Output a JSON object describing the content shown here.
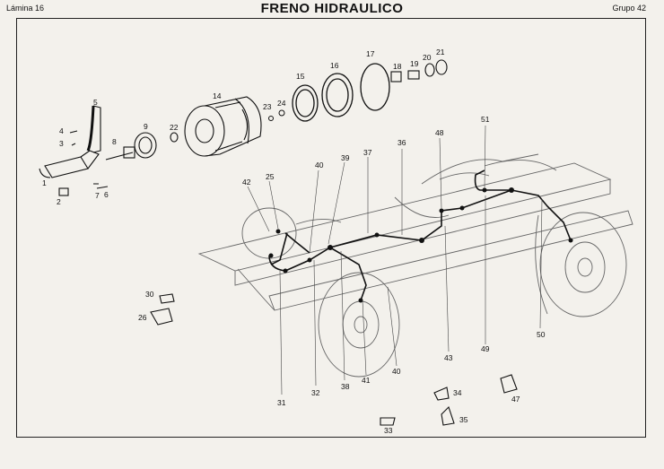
{
  "header": {
    "left": "Lámina 16",
    "title": "FRENO HIDRAULICO",
    "right": "Grupo 42"
  },
  "colors": {
    "ink": "#1a1a1a",
    "paper": "#f3f1ec",
    "line": "#555555"
  },
  "parts": {
    "p1": "1",
    "p2": "2",
    "p3": "3",
    "p4": "4",
    "p5": "5",
    "p6": "6",
    "p7": "7",
    "p8": "8",
    "p9": "9",
    "p14": "14",
    "p15": "15",
    "p16": "16",
    "p17": "17",
    "p18": "18",
    "p19": "19",
    "p20": "20",
    "p21": "21",
    "p22": "22",
    "p23": "23",
    "p24": "24",
    "p25": "25",
    "p26": "26",
    "p30": "30",
    "p31": "31",
    "p32": "32",
    "p33": "33",
    "p34": "34",
    "p35": "35",
    "p36": "36",
    "p37": "37",
    "p38": "38",
    "p39": "39",
    "p40a": "40",
    "p40b": "40",
    "p41": "41",
    "p42": "42",
    "p43": "43",
    "p47": "47",
    "p48": "48",
    "p49": "49",
    "p50": "50",
    "p51": "51"
  }
}
